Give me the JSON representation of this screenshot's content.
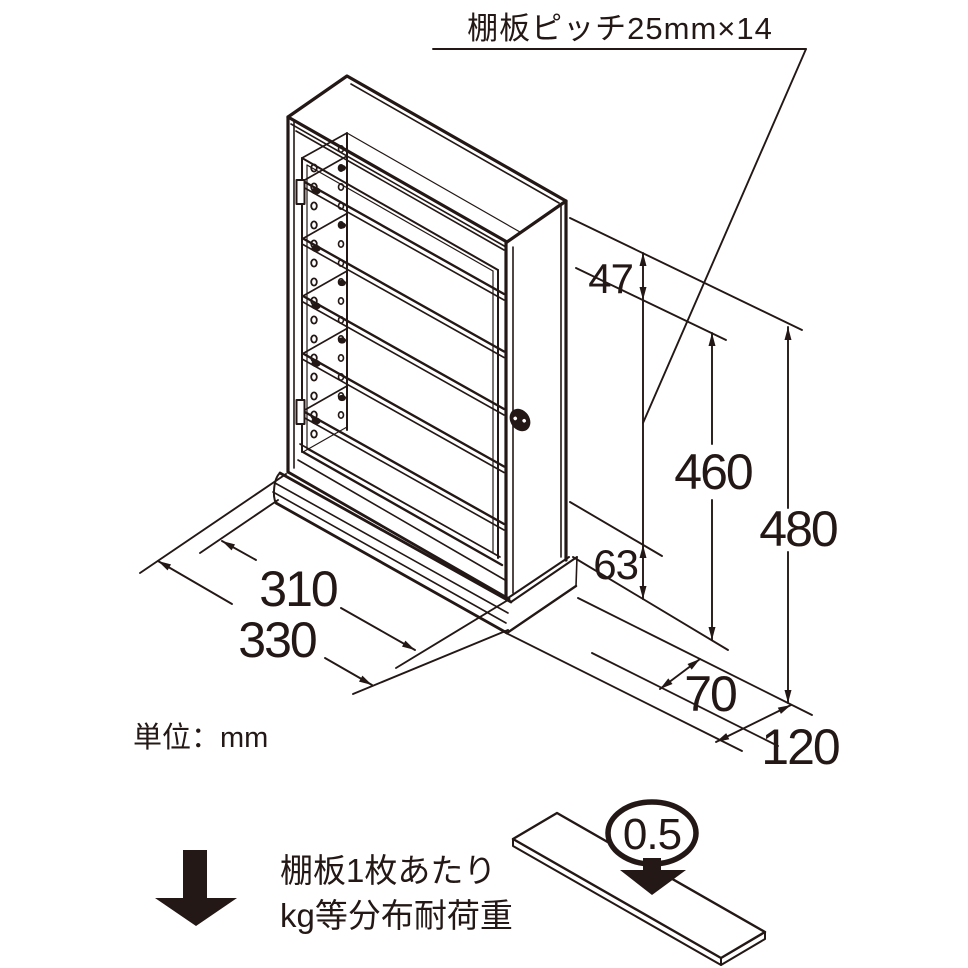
{
  "ink_color": "#231815",
  "background_color": "#ffffff",
  "title": {
    "text": "棚板ピッチ25mm×14"
  },
  "unit_note": "単位：mm",
  "dimensions": {
    "top_offset": "47",
    "inner_span": "460",
    "total_height": "480",
    "bottom_offset": "63",
    "inner_width": "310",
    "outer_width": "330",
    "front_depth": "70",
    "total_depth": "120"
  },
  "load_note": {
    "line1": "棚板1枚あたり",
    "line2": "kg等分布耐荷重",
    "value": "0.5"
  },
  "cabinet": {
    "shelves_visible": 5,
    "peg_hole_rows": 15,
    "hinge_count": 2
  },
  "icons": {
    "load_arrow": "down-arrow-icon",
    "plate_arrow": "down-arrow-icon",
    "lock": "cam-lock-icon"
  }
}
